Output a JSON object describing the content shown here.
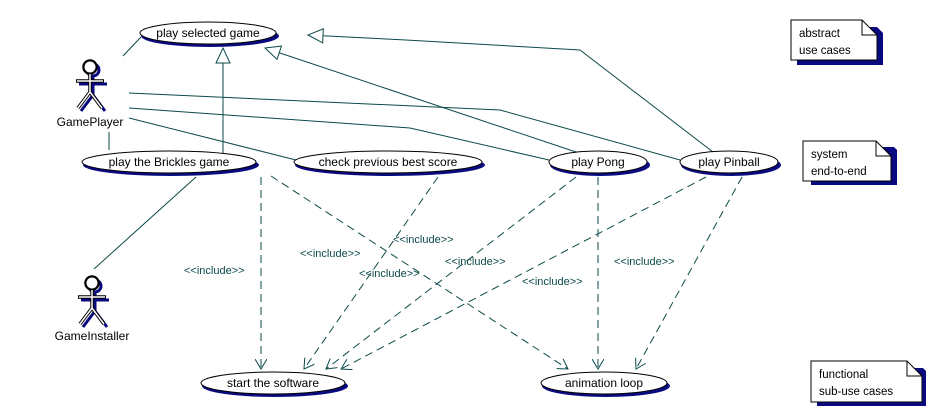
{
  "colors": {
    "line": "#0d4a4a",
    "shadow": "#0a0a80",
    "fill": "#ffffff",
    "outline": "#000000"
  },
  "actors": [
    {
      "id": "gameplayer",
      "label": "GamePlayer"
    },
    {
      "id": "gameinstaller",
      "label": "GameInstaller"
    }
  ],
  "use_cases": [
    {
      "id": "play-selected-game",
      "label": "play selected game"
    },
    {
      "id": "play-brickles-game",
      "label": "play the Brickles game"
    },
    {
      "id": "check-previous-best-score",
      "label": "check previous best score"
    },
    {
      "id": "play-pong",
      "label": "play Pong"
    },
    {
      "id": "play-pinball",
      "label": "play Pinball"
    },
    {
      "id": "start-the-software",
      "label": "start the software"
    },
    {
      "id": "animation-loop",
      "label": "animation loop"
    }
  ],
  "notes": [
    {
      "id": "abstract",
      "lines": [
        "abstract",
        "use cases"
      ]
    },
    {
      "id": "system",
      "lines": [
        "system",
        "end-to-end"
      ]
    },
    {
      "id": "functional",
      "lines": [
        "functional",
        "sub-use cases"
      ]
    }
  ],
  "relationships": {
    "associations": [
      {
        "from": "GamePlayer",
        "to": "play selected game"
      },
      {
        "from": "GamePlayer",
        "to": "play the Brickles game"
      },
      {
        "from": "GamePlayer",
        "to": "check previous best score"
      },
      {
        "from": "GamePlayer",
        "to": "play Pong"
      },
      {
        "from": "GamePlayer",
        "to": "play Pinball"
      },
      {
        "from": "GameInstaller",
        "to": "play the Brickles game"
      }
    ],
    "generalizations": [
      {
        "child": "play the Brickles game",
        "parent": "play selected game"
      },
      {
        "child": "play Pong",
        "parent": "play selected game"
      },
      {
        "child": "play Pinball",
        "parent": "play selected game"
      }
    ],
    "includes": [
      {
        "from": "play the Brickles game",
        "to": "start the software"
      },
      {
        "from": "play the Brickles game",
        "to": "animation loop"
      },
      {
        "from": "check previous best score",
        "to": "start the software"
      },
      {
        "from": "play Pong",
        "to": "start the software"
      },
      {
        "from": "play Pong",
        "to": "animation loop"
      },
      {
        "from": "play Pinball",
        "to": "start the software"
      },
      {
        "from": "play Pinball",
        "to": "animation loop"
      }
    ]
  },
  "include_label": "<<include>>",
  "include_labels": [
    "<<include>>",
    "<<include>>",
    "<<include>>",
    "<<include>>",
    "<<include>>",
    "<<include>>",
    "<<include>>"
  ]
}
